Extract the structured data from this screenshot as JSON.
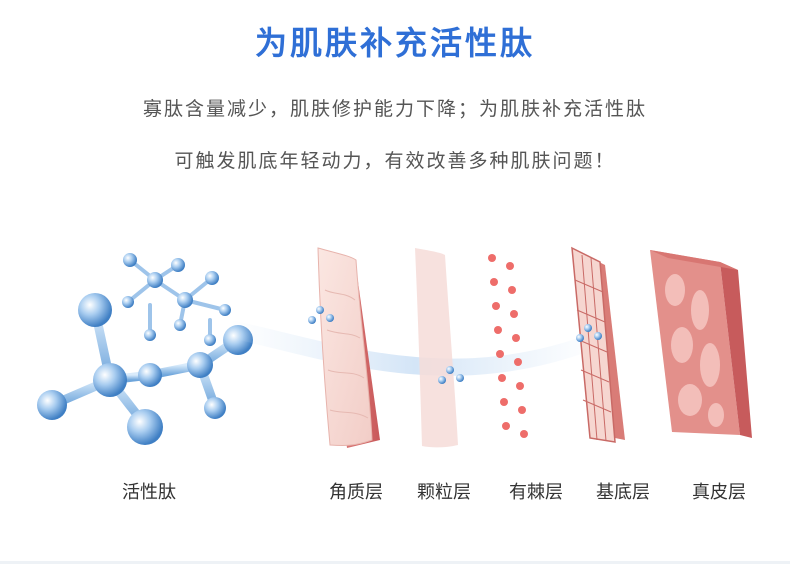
{
  "title": "为肌肤补充活性肽",
  "description": {
    "line1": "寡肽含量减少，肌肤修护能力下降；为肌肤补充活性肽",
    "line2": "可触发肌底年轻动力，有效改善多种肌肤问题！"
  },
  "labels": {
    "peptide": "活性肽",
    "stratum_corneum": "角质层",
    "stratum_granulosum": "颗粒层",
    "stratum_spinosum": "有棘层",
    "stratum_basale": "基底层",
    "dermis": "真皮层"
  },
  "colors": {
    "title": "#2f6fd6",
    "molecule": "#7fb2e6",
    "skin": "#f4c6c2"
  }
}
